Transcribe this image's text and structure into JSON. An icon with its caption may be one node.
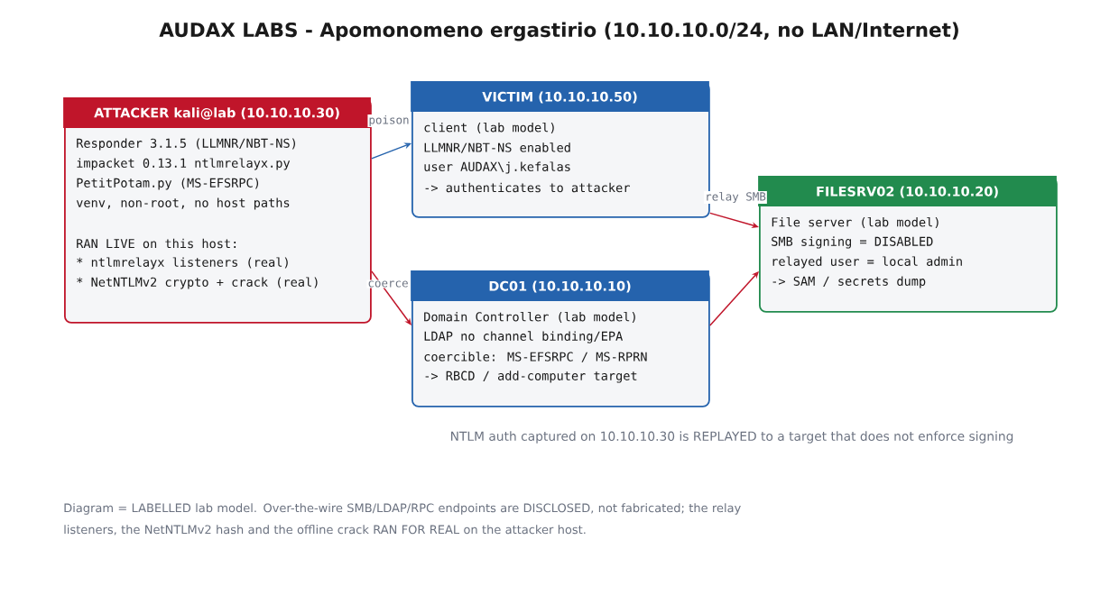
{
  "diagram": {
    "title": "AUDAX LABS - Apomonomeno ergastirio (10.10.10.0/24, no LAN/Internet)",
    "nodes": [
      {
        "text": [
          "ATTACKER  kali@lab  (10.10.10.30)",
          "Responder 3.1.5  (LLMNR/NBT-NS)",
          "impacket 0.13.1  ntlmrelayx.py",
          "PetitPotam.py  (MS-EFSRPC)",
          "venv, non-root, no host paths",
          "RAN LIVE on this host:",
          "* ntlmrelayx listeners (real)",
          "* NetNTLMv2 crypto + crack (real)"
        ]
      },
      {
        "text": [
          "VICTIM  (10.10.10.50)",
          "client (lab model)",
          "LLMNR/NBT-NS enabled",
          "user AUDAX\\j.kefalas",
          "-> authenticates to attacker"
        ]
      },
      {
        "text": [
          "DC01  (10.10.10.10)",
          "Domain Controller (lab model)",
          "LDAP no channel binding/EPA",
          "coercible: MS-EFSRPC / MS-RPRN",
          "-> RBCD / add-computer target"
        ]
      },
      {
        "text": [
          "FILESRV02  (10.10.10.20)",
          "File server (lab model)",
          "SMB signing = DISABLED",
          "relayed user = local admin",
          "-> SAM / secrets dump"
        ]
      }
    ],
    "edges": [
      {
        "from": 0,
        "to": 1,
        "arrow": "to",
        "label": "poison",
        "color": "#2563ad"
      },
      {
        "from": 0,
        "to": 2,
        "arrow": "to",
        "label": "coerce",
        "color": "#c0152a"
      },
      {
        "from": 1,
        "to": 3,
        "arrow": "to",
        "label": "relay SMB",
        "color": "#c0152a"
      },
      {
        "from": 2,
        "to": 3,
        "arrow": "to",
        "color": "#c0152a"
      }
    ],
    "labels": [
      "NTLM auth captured on 10.10.10.30 is REPLAYED to a target that does not enforce signing"
    ],
    "caption": "Diagram = LABELLED lab model. Over-the-wire SMB/LDAP/RPC endpoints are DISCLOSED, not fabricated; the relay listeners, the NetNTLMv2 hash and the offline crack RAN FOR REAL on the attacker host."
  }
}
